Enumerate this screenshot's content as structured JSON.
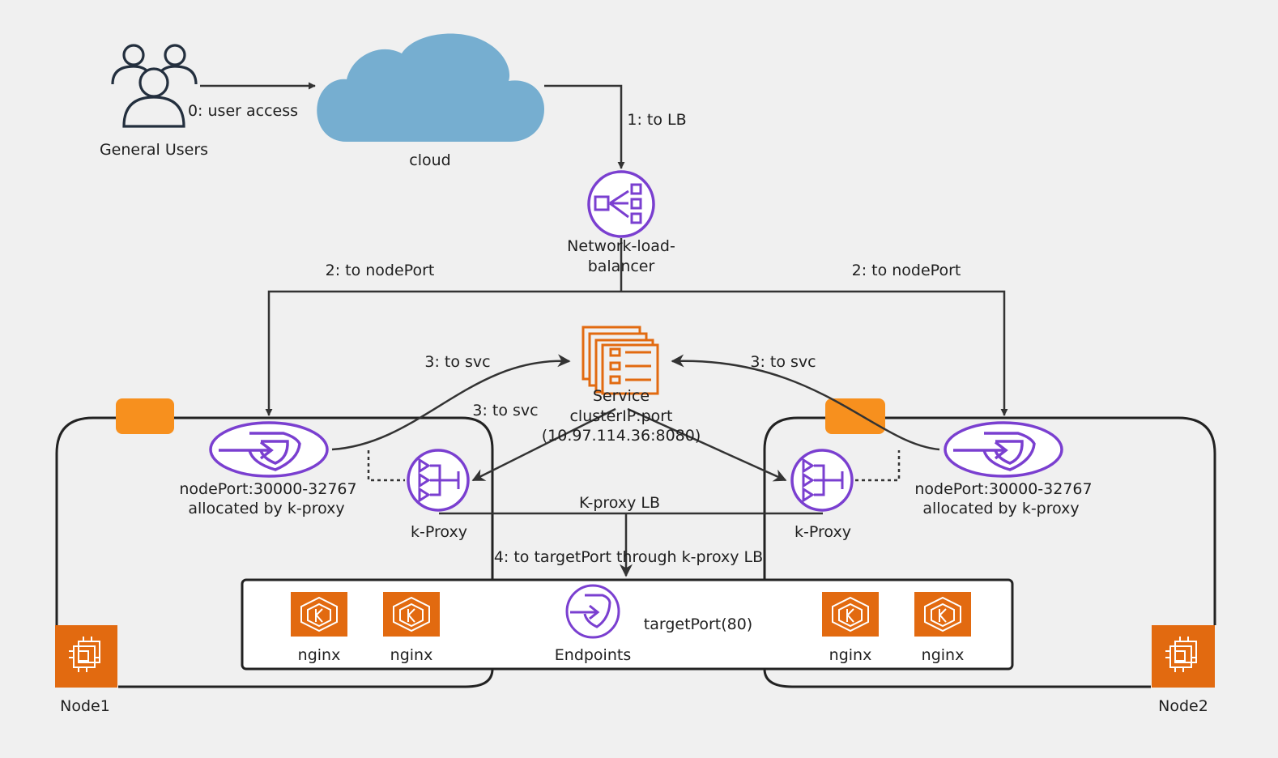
{
  "labels": {
    "users": "General Users",
    "cloud": "cloud",
    "nlb_line1": "Network-load-",
    "nlb_line2": "balancer",
    "service_line1": "Service",
    "service_line2": "clusterIP:port",
    "service_line3": "(10.97.114.36:8080)",
    "nodeport_left_line1": "nodePort:30000-32767",
    "nodeport_left_line2": "allocated by k-proxy",
    "nodeport_right_line1": "nodePort:30000-32767",
    "nodeport_right_line2": "allocated by k-proxy",
    "kproxy_left": "k-Proxy",
    "kproxy_right": "k-Proxy",
    "endpoints": "Endpoints",
    "target_port": "targetPort(80)",
    "pod1": "nginx",
    "pod2": "nginx",
    "pod3": "nginx",
    "pod4": "nginx",
    "node1": "Node1",
    "node2": "Node2"
  },
  "edges": {
    "user_access": "0: user access",
    "to_lb": "1: to LB",
    "to_nodeport_left": "2: to nodePort",
    "to_nodeport_right": "2: to nodePort",
    "to_svc_left": "3: to svc",
    "to_svc_right": "3: to svc",
    "to_svc_center": "3: to svc",
    "kproxy_lb": "K-proxy LB",
    "to_target": "4: to targetPort through k-proxy LB"
  },
  "icons": {
    "users": "users-group-icon",
    "cloud": "cloud-icon",
    "nlb": "network-load-balancer-icon",
    "service": "service-icon",
    "nodeport": "nodeport-shield-icon",
    "kproxy": "k-proxy-icon",
    "endpoints": "endpoints-icon",
    "pod": "kubernetes-pod-icon",
    "node": "ec2-instance-icon"
  },
  "colors": {
    "purple": "#7a3fd0",
    "orange": "#e26a10",
    "orange_light": "#f7901e",
    "cloud": "#76aed0",
    "line": "#333333",
    "background": "#f0f0f0"
  }
}
